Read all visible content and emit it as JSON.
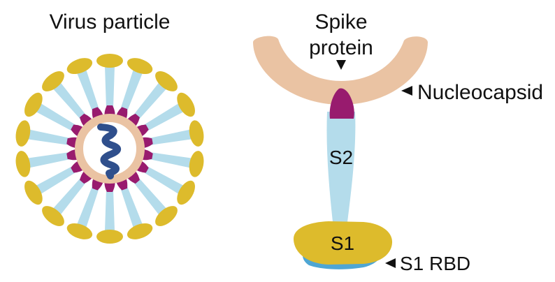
{
  "virus_title": "Virus particle",
  "spike_title_line1": "Spike",
  "spike_title_line2": "protein",
  "nucleocapsid_label": "Nucleocapsid",
  "s2_label": "S2",
  "s1_label": "S1",
  "s1_rbd_label": "S1 RBD",
  "spike_count": 18,
  "colors": {
    "stalk": "#b4dceb",
    "head": "#ddbb2c",
    "base": "#981b6e",
    "membrane": "#eac3a3",
    "rna": "#2f4f8c",
    "rbd": "#4ea6d4",
    "label": "#111111"
  }
}
